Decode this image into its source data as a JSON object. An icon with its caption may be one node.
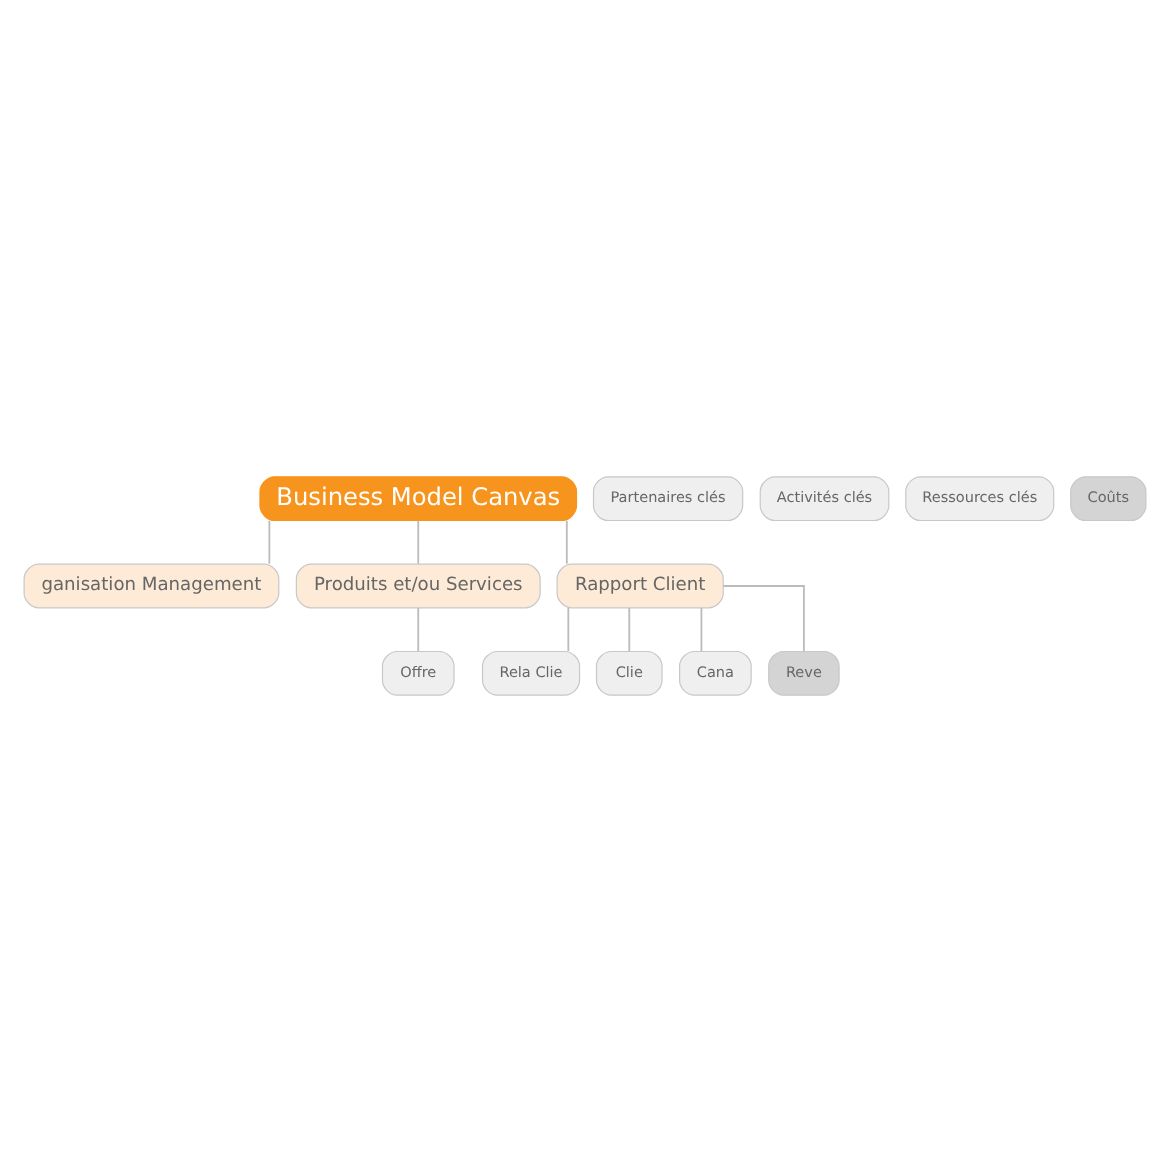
{
  "diagram": {
    "nodes": [
      {
        "text": [
          "Business Model Canvas"
        ]
      },
      {
        "text": [
          "ganisation Management"
        ]
      },
      {
        "text": [
          "Produits et/ou Services"
        ]
      },
      {
        "text": [
          "Rapport Client"
        ]
      },
      {
        "text": [
          "Partenaires clés"
        ]
      },
      {
        "text": [
          "Activités clés"
        ]
      },
      {
        "text": [
          "Ressources clés"
        ]
      },
      {
        "text": [
          "Coûts"
        ]
      },
      {
        "text": [
          "Offre"
        ]
      },
      {
        "text": [
          "Rela Clie"
        ]
      },
      {
        "text": [
          "Clie"
        ]
      },
      {
        "text": [
          "Cana"
        ]
      },
      {
        "text": [
          "Reve"
        ]
      }
    ],
    "edges": [
      {
        "from": 0,
        "to": 1,
        "arrow": "none"
      },
      {
        "from": 0,
        "to": 2,
        "arrow": "none"
      },
      {
        "from": 0,
        "to": 3,
        "arrow": "none"
      },
      {
        "from": 2,
        "to": 8,
        "arrow": "none"
      },
      {
        "from": 3,
        "to": 9,
        "arrow": "none"
      },
      {
        "from": 3,
        "to": 10,
        "arrow": "none"
      },
      {
        "from": 3,
        "to": 11,
        "arrow": "none"
      },
      {
        "from": 3,
        "to": 12,
        "arrow": "none"
      }
    ]
  }
}
